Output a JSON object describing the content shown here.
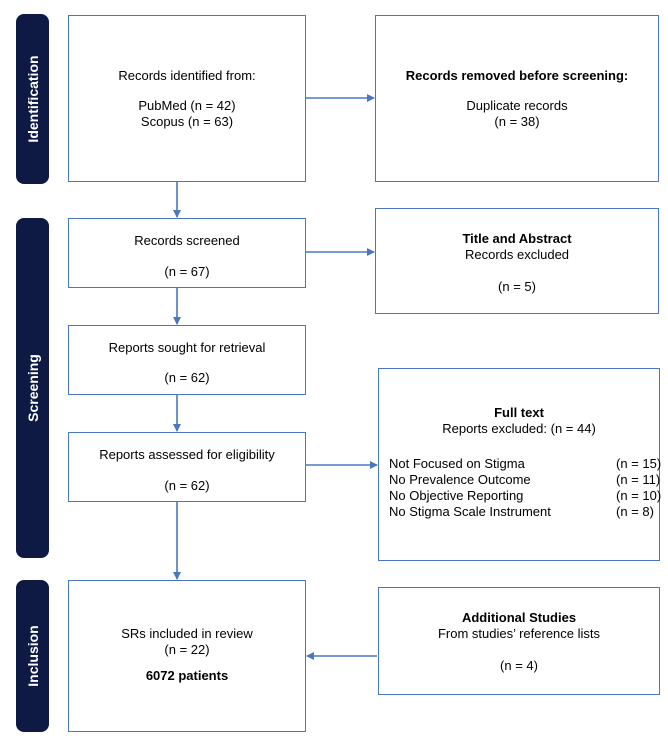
{
  "phases": {
    "identification": "Identification",
    "screening": "Screening",
    "inclusion": "Inclusion"
  },
  "identified": {
    "heading": "Records identified from:",
    "line1": "PubMed (n = 42)",
    "line2": "Scopus (n = 63)"
  },
  "removed": {
    "heading": "Records removed before screening:",
    "line1": "Duplicate records",
    "line2": "(n = 38)"
  },
  "screened": {
    "heading": "Records screened",
    "count": "(n = 67)"
  },
  "title_abstract": {
    "heading": "Title and Abstract",
    "line1": "Records excluded",
    "count": "(n = 5)"
  },
  "sought": {
    "heading": "Reports sought for retrieval",
    "count": "(n = 62)"
  },
  "assessed": {
    "heading": "Reports assessed for eligibility",
    "count": "(n = 62)"
  },
  "full_text": {
    "heading": "Full text",
    "subheading": "Reports excluded: (n = 44)",
    "reasons": [
      {
        "label": "Not Focused on Stigma",
        "count": "(n = 15)"
      },
      {
        "label": "No Prevalence Outcome",
        "count": "(n = 11)"
      },
      {
        "label": "No Objective Reporting",
        "count": "(n = 10)"
      },
      {
        "label": "No Stigma Scale Instrument",
        "count": "(n = 8)"
      }
    ]
  },
  "included": {
    "heading": "SRs included in review",
    "count": "(n = 22)",
    "patients": "6072 patients"
  },
  "additional": {
    "heading": "Additional Studies",
    "line1": "From studies’ reference lists",
    "count": "(n = 4)"
  },
  "colors": {
    "phase_fill": "#0f1a44",
    "border": "#4a78c0",
    "arrow": "#4a78c0"
  }
}
